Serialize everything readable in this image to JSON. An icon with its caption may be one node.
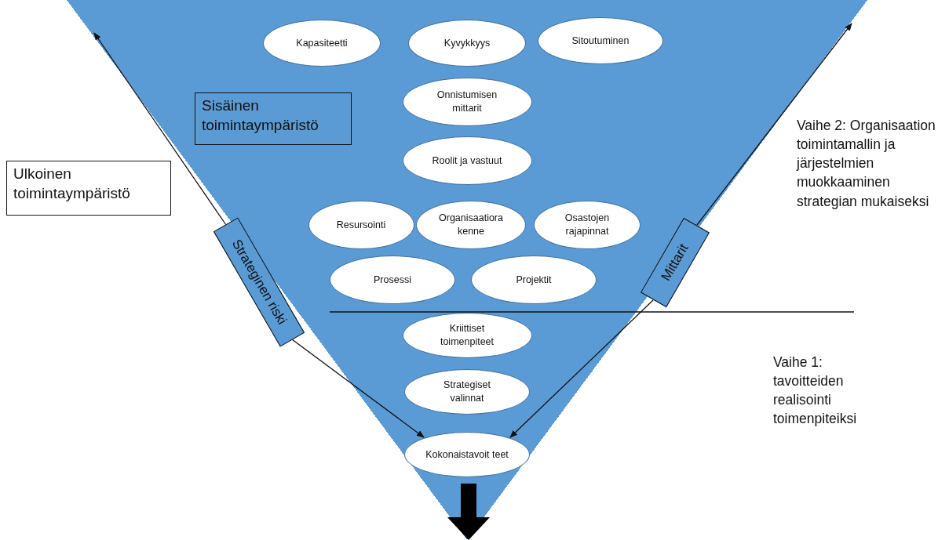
{
  "diagram": {
    "nodes": [
      {
        "text": [],
        "shape": "triangle"
      },
      {
        "text": [
          "Kapasiteetti"
        ],
        "in": 0
      },
      {
        "text": [
          "Kyvykkyys"
        ],
        "in": 0
      },
      {
        "text": [
          "Sitoutuminen"
        ],
        "in": 0
      },
      {
        "text": [
          "Sisäinen toimintaympäristö"
        ],
        "in": 0
      },
      {
        "text": [
          "Onnistumisen mittarit"
        ],
        "in": 0
      },
      {
        "text": [
          "Roolit ja vastuut"
        ],
        "in": 0
      },
      {
        "text": [
          "Ulkoinen toimintaympäristö"
        ]
      },
      {
        "text": [
          "Resursointi"
        ],
        "in": 0
      },
      {
        "text": [
          "Organisaatiora kenne"
        ],
        "in": 0
      },
      {
        "text": [
          "Osastojen rajapinnat"
        ],
        "in": 0
      },
      {
        "text": [
          "Strateginen riski"
        ],
        "in": 0
      },
      {
        "text": [
          "Mittarit"
        ],
        "in": 0
      },
      {
        "text": [
          "Prosessi"
        ],
        "in": 0
      },
      {
        "text": [
          "Projektit"
        ],
        "in": 0
      },
      {
        "text": [
          "Kriittiset toimenpiteet"
        ],
        "in": 0
      },
      {
        "text": [
          "Strategiset valinnat"
        ],
        "in": 0
      },
      {
        "text": [
          "Kokonaistavoit teet"
        ],
        "in": 0
      }
    ],
    "edges": [
      {
        "from": 11,
        "to": 0,
        "arrow": "to"
      },
      {
        "from": 11,
        "to": 17,
        "arrow": "to"
      },
      {
        "from": 12,
        "to": 0,
        "arrow": "to"
      },
      {
        "from": 12,
        "to": 17,
        "arrow": "to"
      }
    ],
    "labels": [
      "Vaihe 2: Organisaation toimintamallin ja järjestelmien muokkaaminen strategian mukaiseksi",
      "Vaihe 1: tavoitteiden realisointi toimenpiteiksi"
    ]
  }
}
